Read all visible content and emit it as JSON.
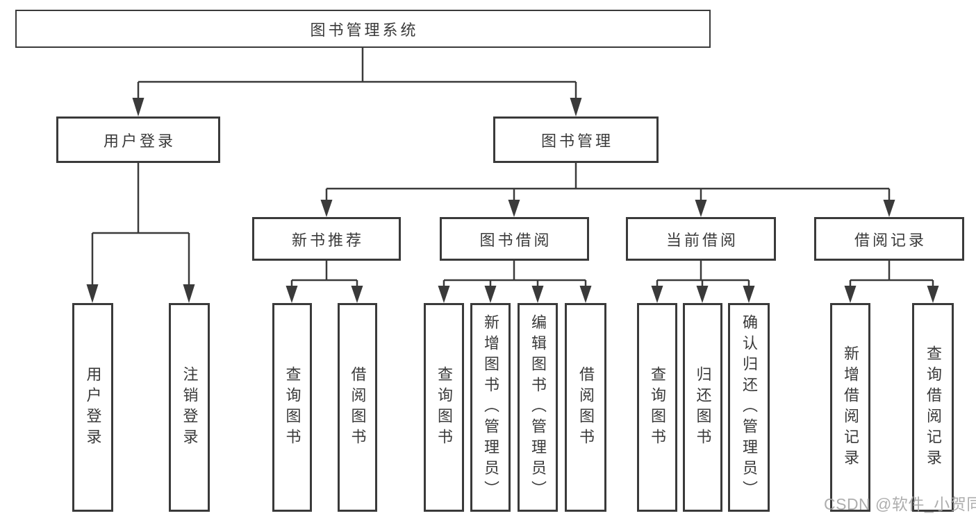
{
  "tree": {
    "label": "图书管理系统",
    "children": [
      {
        "label": "用户登录",
        "children": [
          {
            "label": "用户登录"
          },
          {
            "label": "注销登录"
          }
        ]
      },
      {
        "label": "图书管理",
        "children": [
          {
            "label": "新书推荐",
            "children": [
              {
                "label": "查询图书"
              },
              {
                "label": "借阅图书"
              }
            ]
          },
          {
            "label": "图书借阅",
            "children": [
              {
                "label": "查询图书"
              },
              {
                "label": "新增图书（管理员）"
              },
              {
                "label": "编辑图书（管理员）"
              },
              {
                "label": "借阅图书"
              }
            ]
          },
          {
            "label": "当前借阅",
            "children": [
              {
                "label": "查询图书"
              },
              {
                "label": "归还图书"
              },
              {
                "label": "确认归还（管理员）"
              }
            ]
          },
          {
            "label": "借阅记录",
            "children": [
              {
                "label": "新增借阅记录"
              },
              {
                "label": "查询借阅记录"
              }
            ]
          }
        ]
      }
    ]
  },
  "watermark": {
    "text": "CSDN @软件_小贺同学"
  },
  "colors": {
    "line": "#3a3a3a",
    "box_border": "#3a3a3a",
    "text": "#3a3a3a",
    "background": "#ffffff",
    "watermark": "#a5a5a5"
  }
}
